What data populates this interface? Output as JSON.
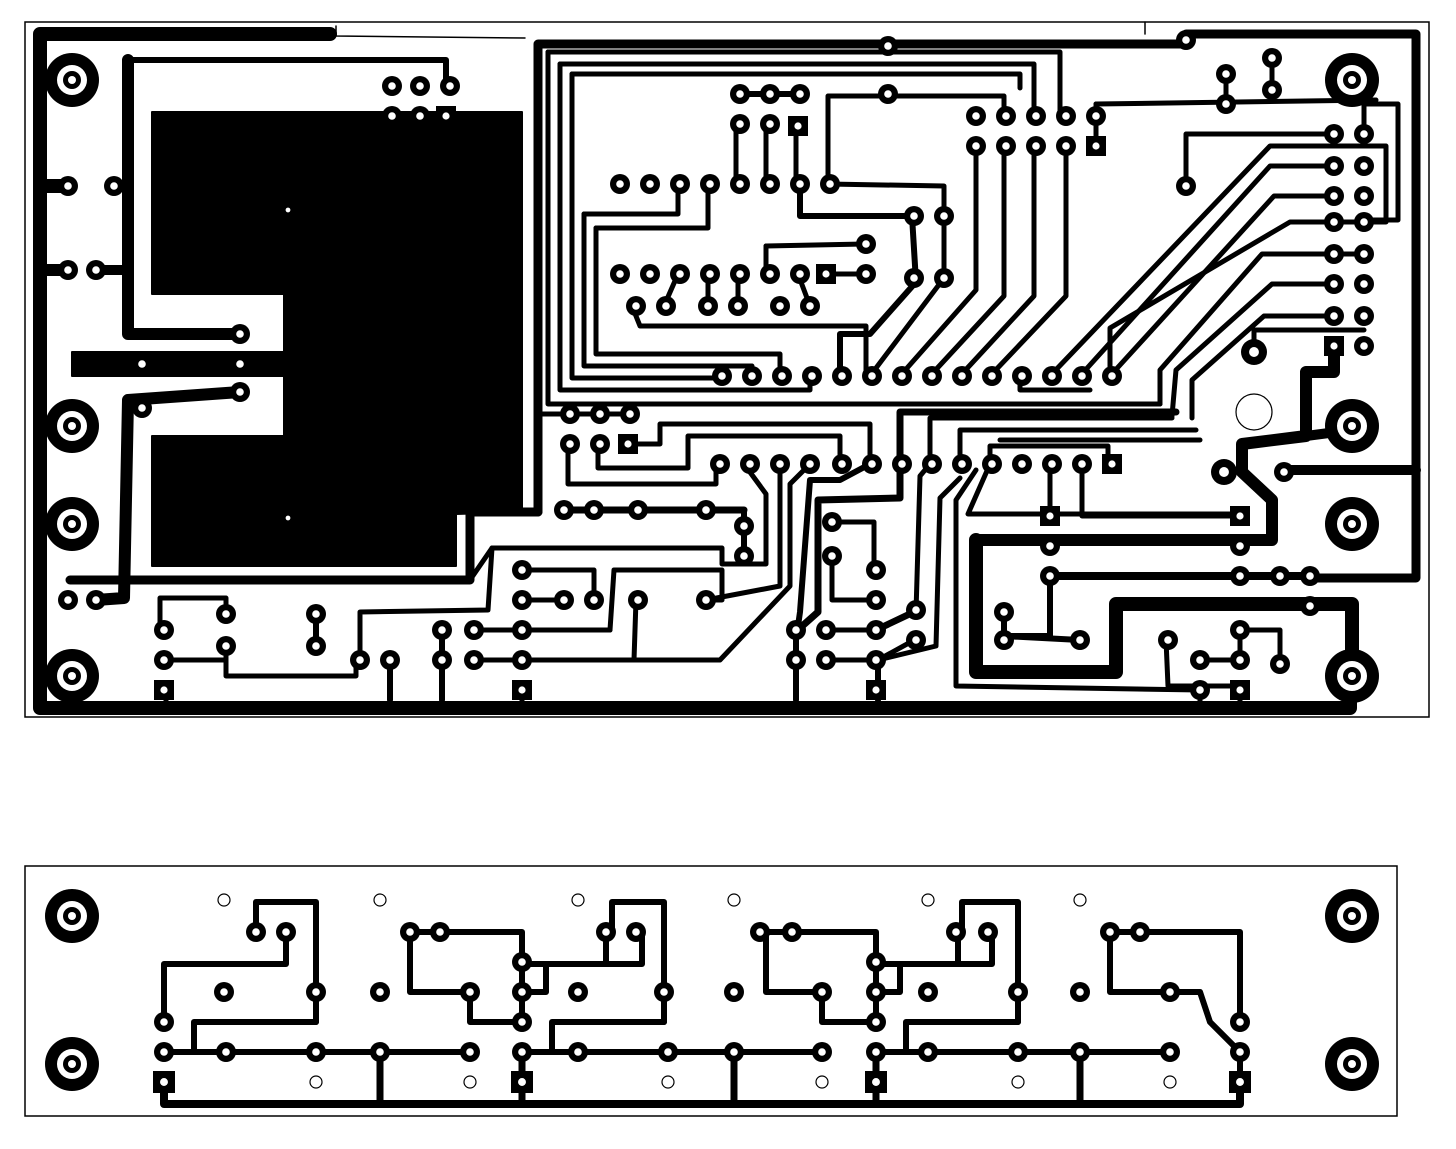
{
  "diagram": {
    "kind": "pcb-copper-layout",
    "colors": {
      "copper": "#000000",
      "board": "#ffffff"
    },
    "boards": [
      {
        "name": "main-board",
        "text": ""
      },
      {
        "name": "led-strip-board",
        "text": ""
      }
    ]
  }
}
